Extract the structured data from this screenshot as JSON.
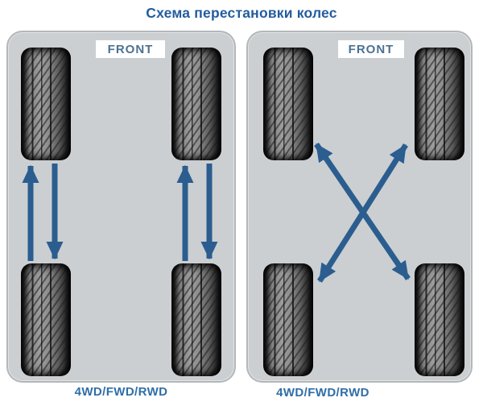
{
  "title": "Схема перестановки колес",
  "panels": [
    {
      "front_label": "FRONT",
      "caption": "4WD/FWD/RWD",
      "rotation_type": "same-side front-to-back swap",
      "arrows": [
        "left-side-up",
        "left-side-down",
        "right-side-up",
        "right-side-down"
      ]
    },
    {
      "front_label": "FRONT",
      "caption": "4WD/FWD/RWD",
      "rotation_type": "diagonal cross swap",
      "arrows": [
        "diagonal-double-headed-left-to-right",
        "diagonal-double-headed-right-to-left"
      ]
    }
  ],
  "colors": {
    "title": "#235c9e",
    "caption": "#2f6ea8",
    "front_text": "#4c7191",
    "arrow": "#2b5d8f",
    "panel_bg": "#cbcfd2",
    "panel_border": "#b3b7b9"
  }
}
